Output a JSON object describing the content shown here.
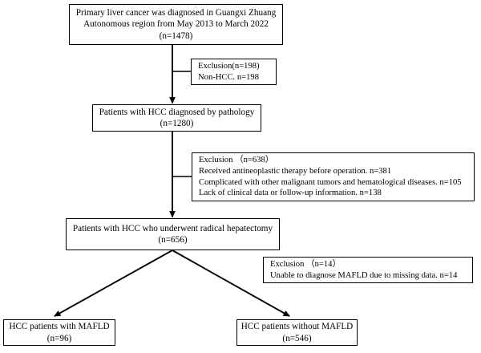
{
  "figure": {
    "kind": "study-flow-diagram",
    "colors": {
      "stroke": "#000000",
      "background": "#ffffff",
      "text": "#000000"
    }
  },
  "nodes": {
    "cohort": {
      "name": "source-cohort",
      "lines": [
        "Primary liver cancer was diagnosed in Guangxi Zhuang",
        "Autonomous region from May 2013 to March 2022",
        "(n=1478)"
      ]
    },
    "exclusion_1": {
      "name": "exclusion-non-hcc",
      "lines": [
        "Exclusion(n=198)",
        "Non-HCC. n=198"
      ]
    },
    "hcc_pathology": {
      "name": "hcc-by-pathology",
      "lines": [
        "Patients with HCC diagnosed by pathology",
        "(n=1280)"
      ]
    },
    "exclusion_2": {
      "name": "exclusion-pre-operative",
      "lines": [
        "Exclusion （n=638）",
        "Received antineoplastic therapy before operation. n=381",
        "Complicated with other malignant tumors and hematological diseases. n=105",
        "Lack of clinical data or follow-up information. n=138"
      ]
    },
    "radical_hepatectomy": {
      "name": "radical-hepatectomy",
      "lines": [
        "Patients with HCC who underwent radical hepatectomy",
        "(n=656)"
      ]
    },
    "exclusion_3": {
      "name": "exclusion-missing-mafld-data",
      "lines": [
        "Exclusion （n=14）",
        "Unable to diagnose MAFLD due to missing data. n=14"
      ]
    },
    "mafld_yes": {
      "name": "hcc-with-mafld",
      "lines": [
        "HCC patients with MAFLD",
        "(n=96)"
      ]
    },
    "mafld_no": {
      "name": "hcc-without-mafld",
      "lines": [
        "HCC patients without MAFLD",
        "(n=546)"
      ]
    }
  },
  "counts": {
    "source_cohort": 1478,
    "excluded_non_hcc": 198,
    "hcc_by_pathology": 1280,
    "excluded_total_preop": 638,
    "excluded_antineoplastic_therapy": 381,
    "excluded_other_tumors_hematological": 105,
    "excluded_missing_clinical_or_followup": 138,
    "radical_hepatectomy": 656,
    "excluded_missing_mafld_data": 14,
    "hcc_with_mafld": 96,
    "hcc_without_mafld": 546
  }
}
